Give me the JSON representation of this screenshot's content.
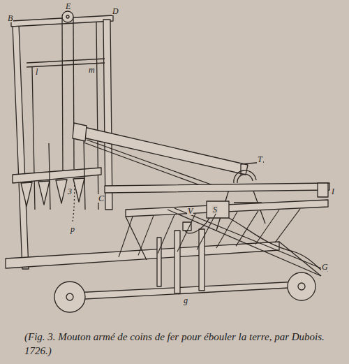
{
  "diagram": {
    "caption": "(Fig. 3. Mouton armé de coins de fer pour ébouler la terre, par Dubois. 1726.)",
    "labels": [
      "B",
      "E",
      "D",
      "l",
      "m",
      "3",
      "p",
      "C",
      "V",
      "S",
      "T",
      "I",
      "G",
      "g"
    ]
  }
}
